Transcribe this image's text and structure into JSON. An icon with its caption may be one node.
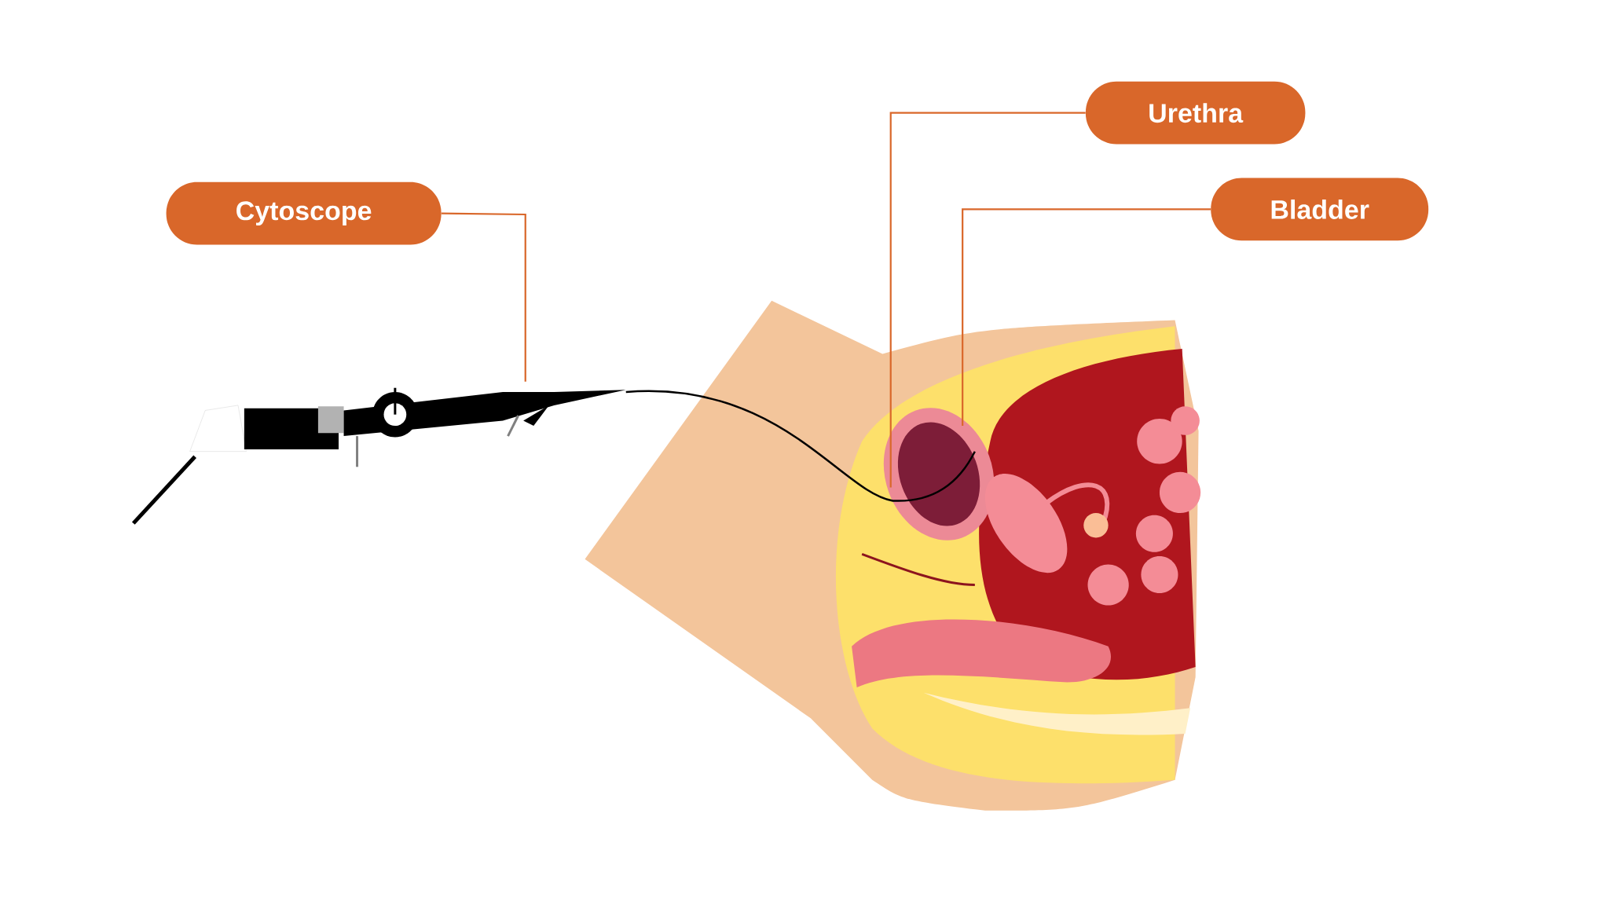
{
  "diagram": {
    "nodes": [
      {
        "text": [
          "Cytoscope"
        ]
      },
      {
        "text": [
          "Urethra"
        ]
      },
      {
        "text": [
          "Bladder"
        ]
      },
      {
        "text": [],
        "shape": "picture"
      }
    ],
    "edges": [
      {
        "from": 0,
        "to": 3,
        "arrow": "none"
      },
      {
        "from": 1,
        "to": null,
        "arrow": "none"
      },
      {
        "from": 2,
        "to": null,
        "arrow": "none"
      }
    ]
  }
}
